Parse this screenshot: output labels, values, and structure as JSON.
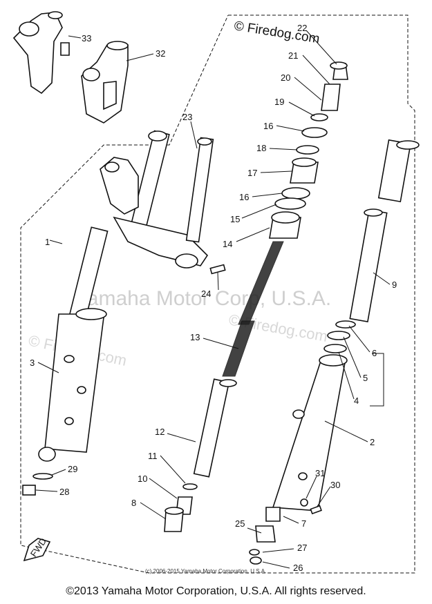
{
  "watermarks": {
    "firedog_top": "© Firedog.com",
    "yamaha_center": "Yamaha Motor Corp, U.S.A.",
    "firedog_left": "© Firedog.com",
    "firedog_mid": "© Firedog.com",
    "small_copyright": "(c) 2006-2015 Yamaha Motor Corporation, U.S.A."
  },
  "fwd_label": "FWD",
  "callouts": [
    {
      "id": "c1",
      "label": "1"
    },
    {
      "id": "c2",
      "label": "2"
    },
    {
      "id": "c3",
      "label": "3"
    },
    {
      "id": "c4",
      "label": "4"
    },
    {
      "id": "c5",
      "label": "5"
    },
    {
      "id": "c6",
      "label": "6"
    },
    {
      "id": "c7",
      "label": "7"
    },
    {
      "id": "c8",
      "label": "8"
    },
    {
      "id": "c9",
      "label": "9"
    },
    {
      "id": "c10",
      "label": "10"
    },
    {
      "id": "c11",
      "label": "11"
    },
    {
      "id": "c12",
      "label": "12"
    },
    {
      "id": "c13",
      "label": "13"
    },
    {
      "id": "c14",
      "label": "14"
    },
    {
      "id": "c15",
      "label": "15"
    },
    {
      "id": "c16a",
      "label": "16"
    },
    {
      "id": "c16b",
      "label": "16"
    },
    {
      "id": "c17",
      "label": "17"
    },
    {
      "id": "c18",
      "label": "18"
    },
    {
      "id": "c19",
      "label": "19"
    },
    {
      "id": "c20",
      "label": "20"
    },
    {
      "id": "c21",
      "label": "21"
    },
    {
      "id": "c22",
      "label": "22"
    },
    {
      "id": "c23",
      "label": "23"
    },
    {
      "id": "c24",
      "label": "24"
    },
    {
      "id": "c25",
      "label": "25"
    },
    {
      "id": "c26",
      "label": "26"
    },
    {
      "id": "c27",
      "label": "27"
    },
    {
      "id": "c28",
      "label": "28"
    },
    {
      "id": "c29",
      "label": "29"
    },
    {
      "id": "c30",
      "label": "30"
    },
    {
      "id": "c31",
      "label": "31"
    },
    {
      "id": "c32",
      "label": "32"
    },
    {
      "id": "c33",
      "label": "33"
    }
  ],
  "footer": "©2013 Yamaha Motor Corporation, U.S.A. All rights reserved."
}
